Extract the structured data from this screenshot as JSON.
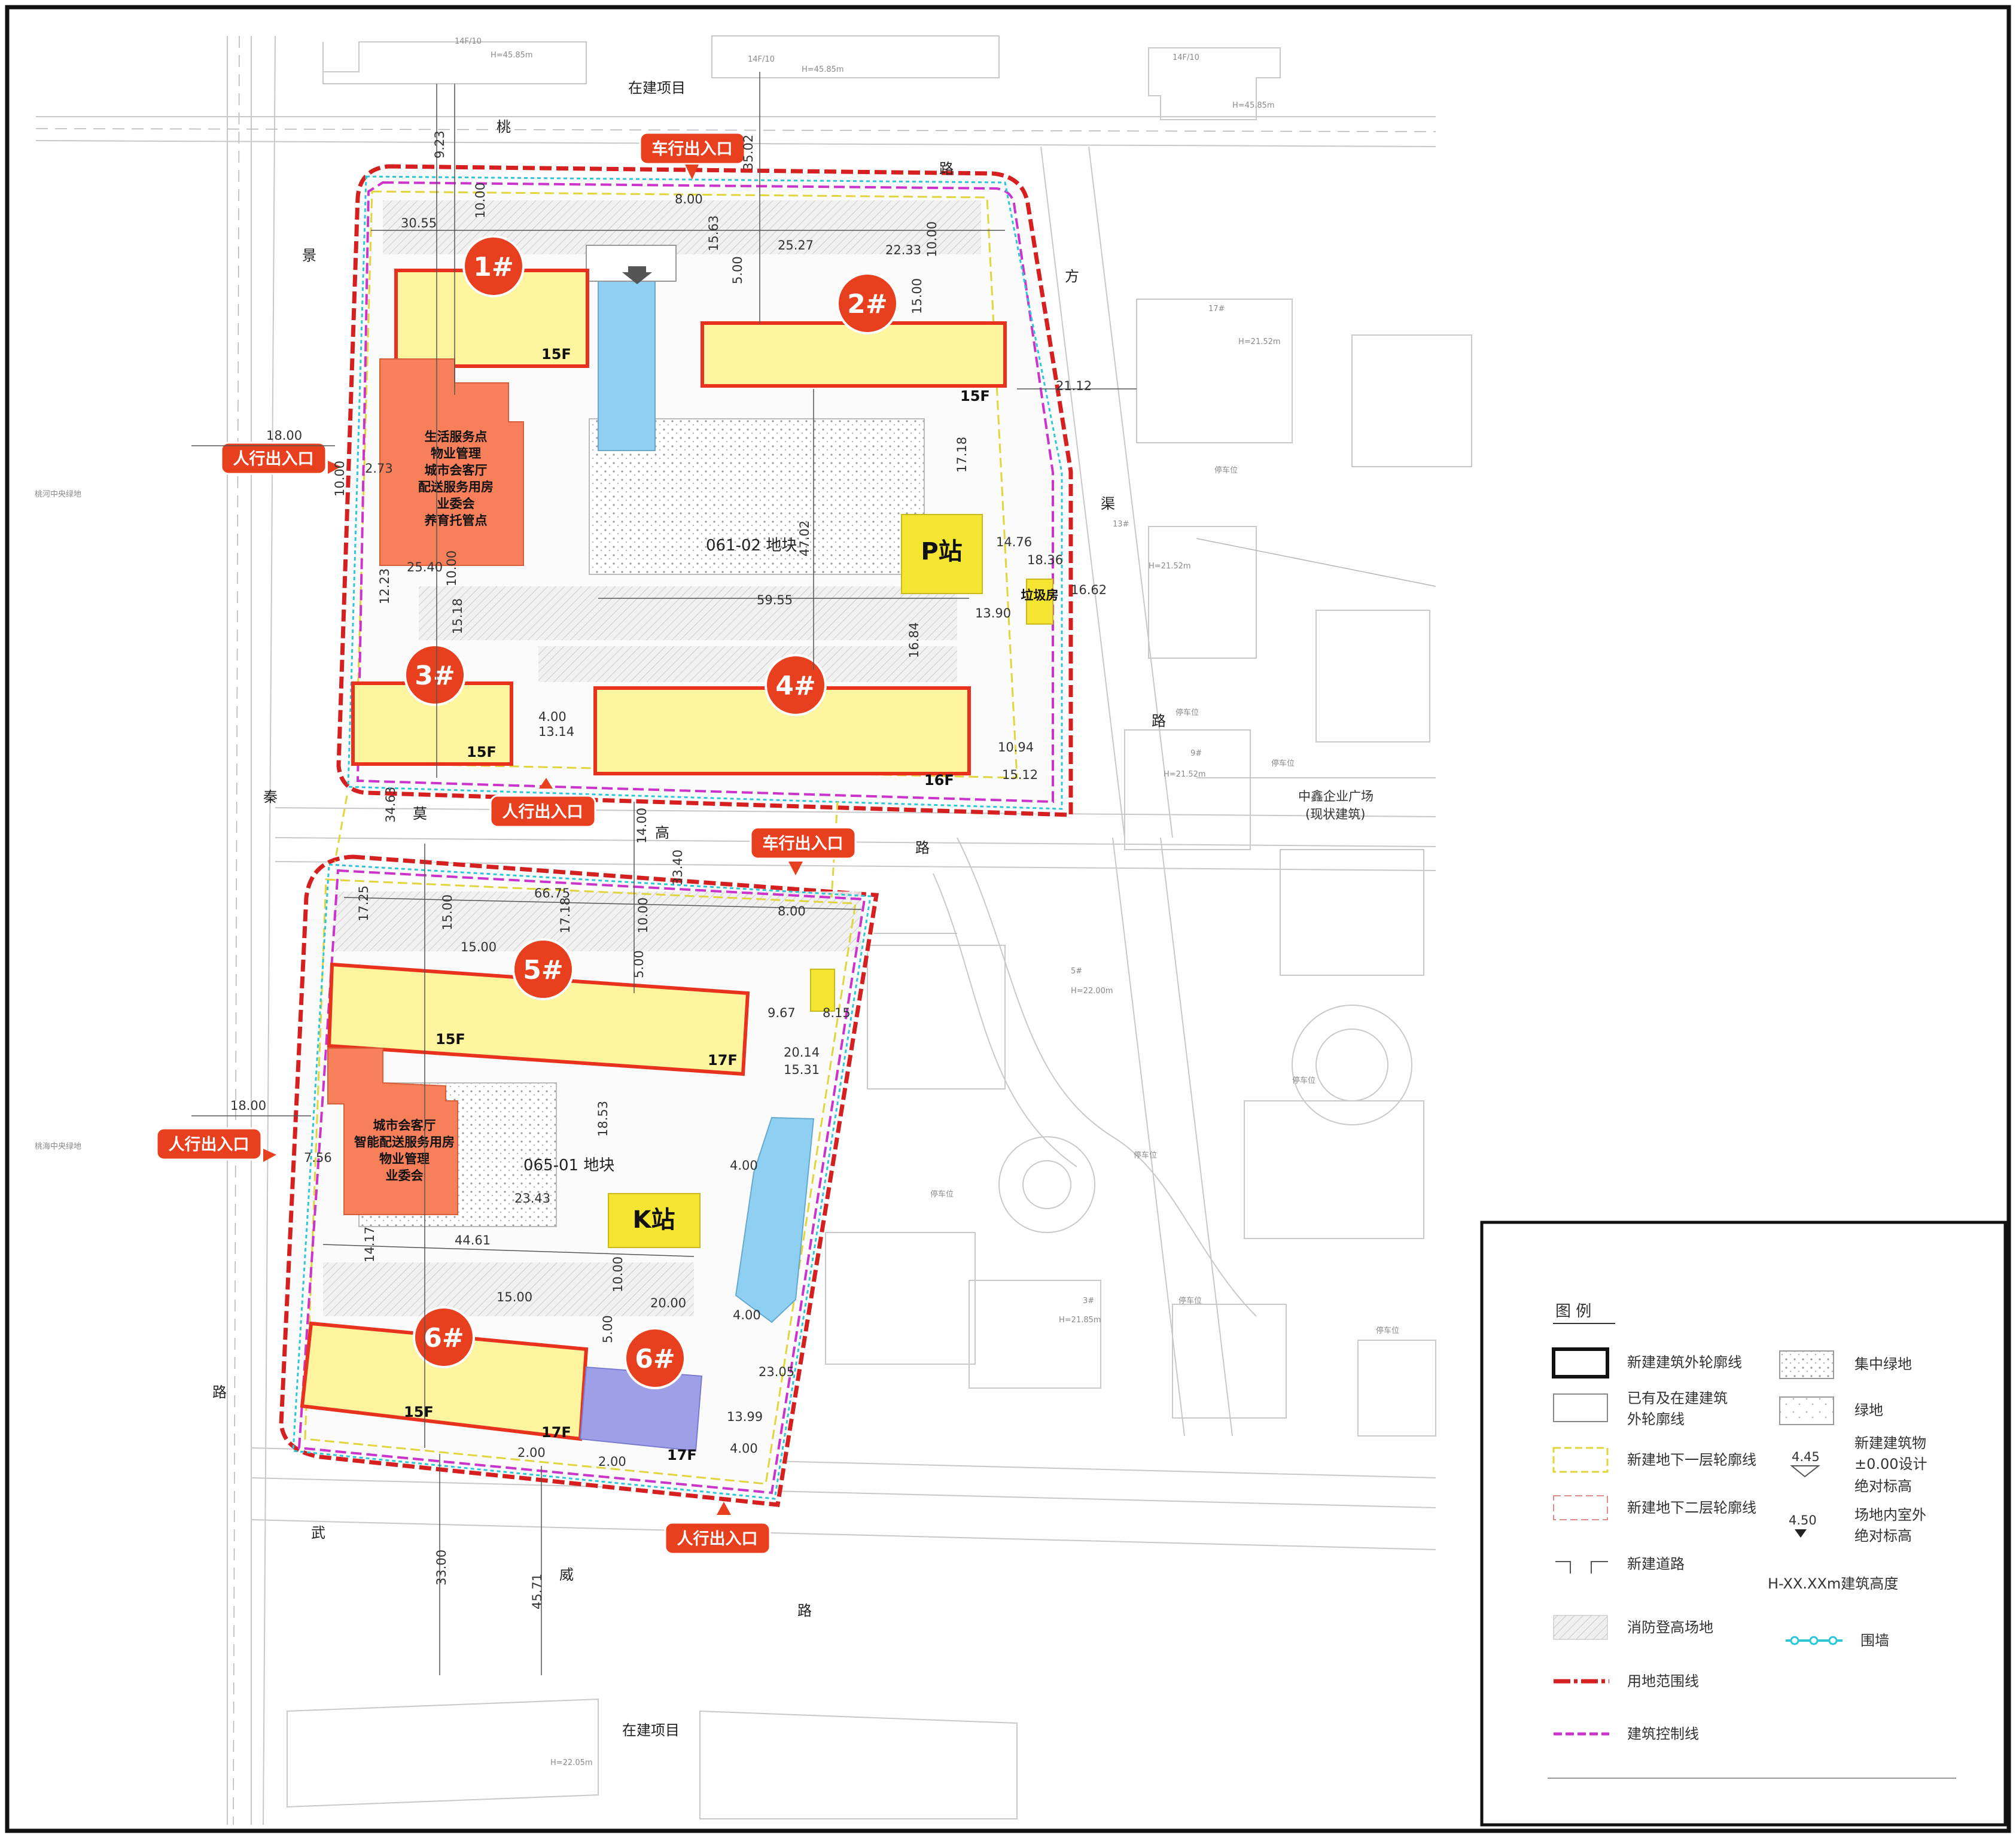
{
  "roads": {
    "top_project": "在建项目",
    "bottom_project": "在建项目",
    "tao": "桃",
    "lu_top": "路",
    "fang": "方",
    "qu": "渠",
    "lu_right": "路",
    "jing": "景",
    "qin": "秦",
    "mo": "莫",
    "gao": "高",
    "lu_mid": "路",
    "lu_left": "路",
    "wu": "武",
    "wei": "威",
    "lu_bottom": "路",
    "green_left_1": "桃河中央绿地",
    "green_left_2": "桃海中央绿地",
    "neighbor_plaza": "中鑫企业广场",
    "neighbor_plaza_sub": "(现状建筑)"
  },
  "plots": {
    "north_id": "061-02  地块",
    "south_id": "065-01  地块"
  },
  "buildings": [
    {
      "id": "b1",
      "label": "1#",
      "floors": "15F"
    },
    {
      "id": "b2",
      "label": "2#",
      "floors": "15F"
    },
    {
      "id": "b3",
      "label": "3#",
      "floors": "15F"
    },
    {
      "id": "b4",
      "label": "4#",
      "floors": "16F"
    },
    {
      "id": "b5",
      "label": "5#",
      "floors_left": "15F",
      "floors_right": "17F"
    },
    {
      "id": "b6",
      "label": "6#",
      "floors_left": "15F",
      "floors_right": "17F"
    },
    {
      "id": "b6b",
      "label": "6#",
      "floors": "17F"
    }
  ],
  "functions": {
    "north": [
      "生活服务点",
      "物业管理",
      "城市会客厅",
      "配送服务用房",
      "业委会",
      "养育托管点"
    ],
    "south": [
      "城市会客厅",
      "智能配送服务用房",
      "物业管理",
      "业委会"
    ]
  },
  "stations": {
    "p": "P站",
    "k": "K站",
    "trash": "垃圾房"
  },
  "entrances": {
    "vehicle_top": "车行出入口",
    "vehicle_mid": "车行出入口",
    "ped_left_top": "人行出入口",
    "ped_mid": "人行出入口",
    "ped_left_bottom": "人行出入口",
    "ped_bottom": "人行出入口"
  },
  "dimensions": {
    "d1": "8.00",
    "d2": "15.63",
    "d3": "35.02",
    "d4": "10.00",
    "d5": "30.55",
    "d6": "25.27",
    "d7": "22.33",
    "d8": "10.00",
    "d9": "5.00",
    "d10": "15.00",
    "d11": "21.12",
    "d12": "17.18",
    "d13": "47.02",
    "d14": "14.76",
    "d15": "18.36",
    "d16": "16.62",
    "d17": "59.55",
    "d18": "13.90",
    "d19": "25.40",
    "d20": "12.23",
    "d21": "15.18",
    "d22": "10.00",
    "d23": "16.84",
    "d24": "18.00",
    "d25": "2.73",
    "d26": "10.00",
    "d27": "4.00",
    "d28": "13.14",
    "d29": "10.94",
    "d30": "15.12",
    "d31": "34.63",
    "d32": "14.00",
    "d33": "33.40",
    "d34": "66.75",
    "d35": "8.00",
    "d36": "15.00",
    "d37": "17.18",
    "d38": "10.00",
    "d39": "5.00",
    "d40": "15.00",
    "d41": "9.67",
    "d42": "8.15",
    "d43": "20.14",
    "d44": "15.31",
    "d45": "18.53",
    "d46": "18.00",
    "d47": "7.56",
    "d48": "23.43",
    "d49": "4.00",
    "d50": "44.61",
    "d51": "14.17",
    "d52": "15.00",
    "d53": "10.00",
    "d54": "20.00",
    "d55": "5.00",
    "d56": "23.05",
    "d57": "13.99",
    "d58": "4.00",
    "d59": "2.00",
    "d60": "2.00",
    "d61": "33.00",
    "d62": "45.71",
    "d63": "17.25",
    "d64": "9.23",
    "d65": "4.00"
  },
  "neighbors": {
    "n1": "17#",
    "n2": "13#",
    "n3": "9#",
    "n4": "5#",
    "n5": "3#",
    "h1": "14F/10",
    "h2": "14F/10",
    "h3": "14F/10",
    "e1": "H=45.85m",
    "e2": "H=45.85m",
    "e3": "H=45.85m",
    "e4": "H=21.52m",
    "e5": "H=21.52m",
    "e6": "H=21.52m",
    "e7": "H=22.00m",
    "e8": "H=21.85m",
    "e9": "H=22.05m",
    "park": "停车位"
  },
  "legend": {
    "title": "图  例",
    "items": [
      {
        "key": "new_outline",
        "label": "新建建筑外轮廓线"
      },
      {
        "key": "exist_outline",
        "label_1": "已有及在建建筑",
        "label_2": "外轮廓线"
      },
      {
        "key": "b1_outline",
        "label": "新建地下一层轮廓线"
      },
      {
        "key": "b2_outline",
        "label": "新建地下二层轮廓线"
      },
      {
        "key": "new_road",
        "label": "新建道路"
      },
      {
        "key": "fire_area",
        "label": "消防登高场地"
      },
      {
        "key": "site_line",
        "label": "用地范围线"
      },
      {
        "key": "control_line",
        "label": "建筑控制线"
      },
      {
        "key": "green_central",
        "label": "集中绿地"
      },
      {
        "key": "green",
        "label": "绿地"
      },
      {
        "key": "elev_design",
        "label_1": "新建建筑物",
        "label_2": "±0.00设计",
        "label_3": "绝对标高",
        "value": "4.45"
      },
      {
        "key": "elev_outdoor",
        "label_1": "场地内室外",
        "label_2": "绝对标高",
        "value": "4.50"
      },
      {
        "key": "height",
        "label": "H-XX.XXm建筑高度"
      },
      {
        "key": "fence",
        "label": "围墙"
      }
    ]
  },
  "colors": {
    "site_line": "#d62020",
    "control_line": "#cc33cc",
    "b1_line": "#e0d53a",
    "b2_line": "#e08a8a",
    "fence": "#2cc6d6",
    "building_fill": "#fff59e",
    "building_stroke": "#e8321e",
    "service_fill": "#f7805a",
    "station_fill": "#f4e533",
    "water_fill": "#8fd0f2",
    "purple_fill": "#9f9fe8",
    "marker": "#e8401e"
  }
}
